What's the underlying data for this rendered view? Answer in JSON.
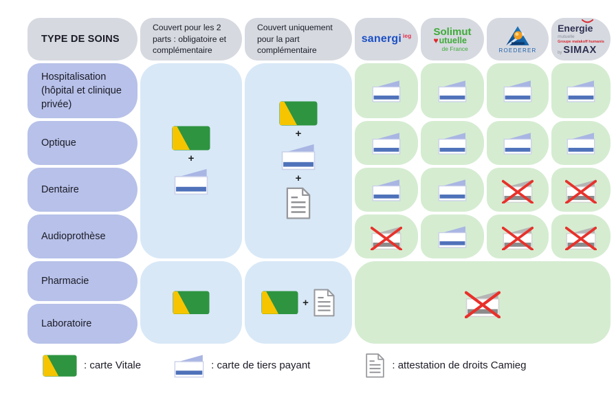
{
  "colors": {
    "header_bg": "#d6d9e0",
    "label_bg": "#b7c1e9",
    "blue_bg": "#d8e8f7",
    "green_bg": "#d5ecd1",
    "vitale_green": "#2e9440",
    "vitale_yellow": "#f6c500",
    "tiers_stripe_blue": "#4f72ba",
    "tiers_flap": "#a9b5e3",
    "cross_red": "#e8312a",
    "text": "#1b1b26"
  },
  "plus_symbol": "+",
  "title_col": "TYPE DE SOINS",
  "headers": {
    "both_parts": "Couvert pour les 2 parts : obligatoire et complémentaire",
    "compl_only": "Couvert uniquement pour la part complémentaire"
  },
  "providers": {
    "sanergi": {
      "name": "sanergi",
      "tag": "ieg"
    },
    "solimut": {
      "line1": "Solimut",
      "heart": "♥",
      "line2": "utuelle",
      "line3": "de France"
    },
    "roederer": {
      "name": "ROEDERER"
    },
    "energie": {
      "line1": "Energie",
      "line2": "mutuelle",
      "line3": "Groupe malakoff humanis",
      "by": "by",
      "brand": "SIMAX"
    }
  },
  "grid": {
    "rows": [
      {
        "label": "Hospitalisation (hôpital et clinique privée)",
        "cells": [
          "tiers",
          "tiers",
          "tiers",
          "tiers"
        ]
      },
      {
        "label": "Optique",
        "cells": [
          "tiers",
          "tiers",
          "tiers",
          "tiers"
        ]
      },
      {
        "label": "Dentaire",
        "cells": [
          "tiers",
          "tiers",
          "crossed",
          "crossed"
        ]
      },
      {
        "label": "Audioprothèse",
        "cells": [
          "crossed",
          "tiers",
          "crossed",
          "crossed"
        ]
      },
      {
        "label": "Pharmacie",
        "cells": []
      },
      {
        "label": "Laboratoire",
        "cells": []
      }
    ]
  },
  "groups": {
    "top_col2": [
      "vitale",
      "plus",
      "tiers"
    ],
    "top_col3": [
      "vitale",
      "plus",
      "tiers",
      "plus",
      "attestation"
    ],
    "bottom_col2": [
      "vitale"
    ],
    "bottom_col3": [
      "vitale",
      "plus",
      "attestation"
    ],
    "bottom_providers": [
      "crossed"
    ]
  },
  "legend": {
    "items": [
      {
        "icon": "vitale",
        "label": ": carte Vitale"
      },
      {
        "icon": "tiers",
        "label": ": carte de tiers payant"
      },
      {
        "icon": "attestation",
        "label": ": attestation de droits Camieg"
      }
    ]
  }
}
